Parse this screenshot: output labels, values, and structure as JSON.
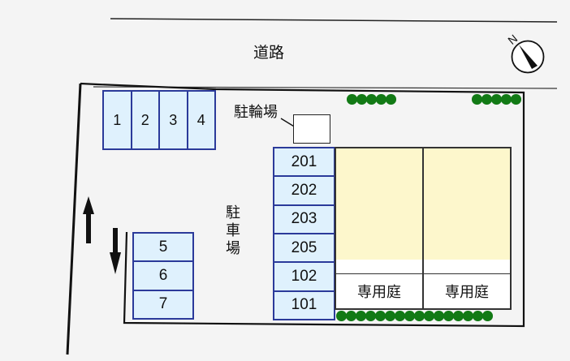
{
  "road": {
    "label": "道路"
  },
  "compass": {
    "north_label": "N",
    "icon": "north-arrow-icon"
  },
  "bicycle_parking": {
    "label": "駐輪場"
  },
  "parking_lot": {
    "label": "駐車場"
  },
  "stalls_top": [
    {
      "label": "1"
    },
    {
      "label": "2"
    },
    {
      "label": "3"
    },
    {
      "label": "4"
    }
  ],
  "stalls_left": [
    {
      "label": "5"
    },
    {
      "label": "6"
    },
    {
      "label": "7"
    }
  ],
  "stalls_mid": [
    {
      "label": "201"
    },
    {
      "label": "202"
    },
    {
      "label": "203"
    },
    {
      "label": "205"
    },
    {
      "label": "102"
    },
    {
      "label": "101"
    }
  ],
  "building": {
    "units": [
      {
        "garden_label": "専用庭"
      },
      {
        "garden_label": "専用庭"
      }
    ]
  },
  "hedges": {
    "top_left_count": 5,
    "top_right_count": 5,
    "bottom_count": 16,
    "color": "#127a15"
  },
  "colors": {
    "stall_fill": "#dff1fd",
    "stall_border": "#2b3a9a",
    "building_fill": "#fdf7cc",
    "background": "#f4f4f4"
  },
  "traffic_arrows": [
    {
      "direction": "up",
      "icon": "arrow-up-icon"
    },
    {
      "direction": "down",
      "icon": "arrow-down-icon"
    }
  ]
}
